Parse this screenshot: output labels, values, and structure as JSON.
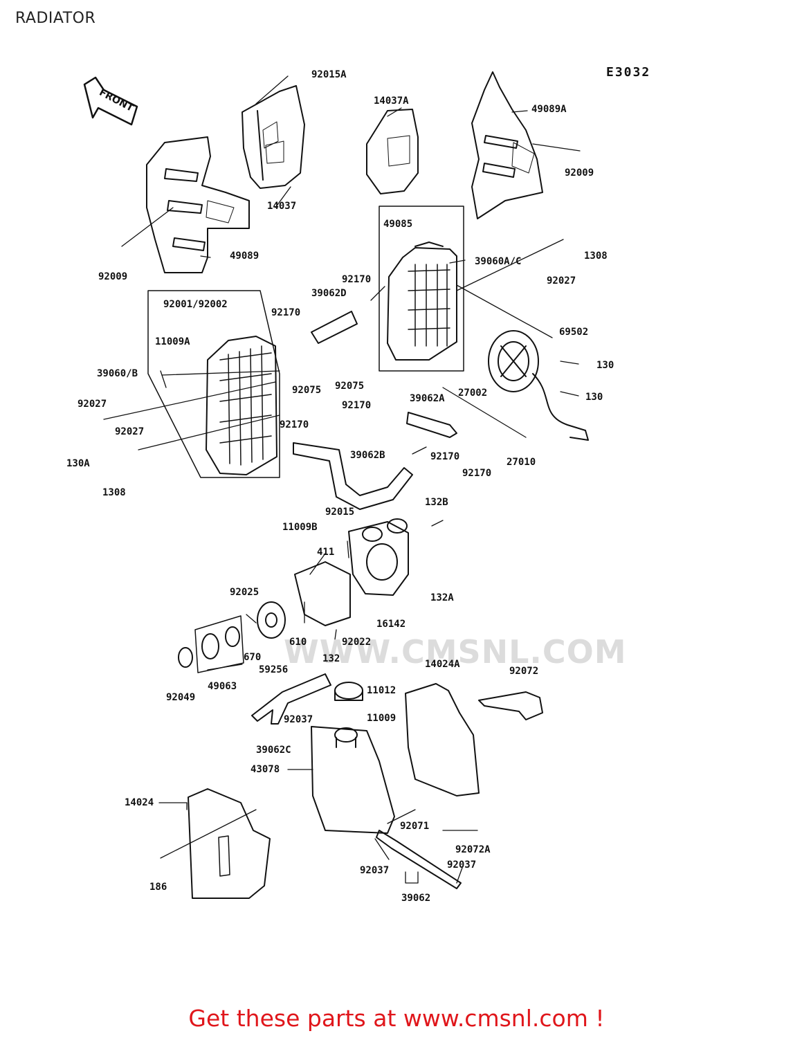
{
  "page": {
    "title": "RADIATOR",
    "diagram_code": "E3032",
    "front_label": "FRONT"
  },
  "watermark": "WWW.CMSNL.COM",
  "footer": "Get these parts at www.cmsnl.com !",
  "labels": [
    "92015A",
    "14037A",
    "49089A",
    "92009",
    "14037",
    "49089",
    "92009",
    "49085",
    "1308",
    "39060A/C",
    "92027",
    "92170",
    "39062D",
    "92001/92002",
    "92170",
    "69502",
    "11009A",
    "130",
    "39060/B",
    "92075",
    "92075",
    "130",
    "92170",
    "39062A",
    "27002",
    "92027",
    "92027",
    "92170",
    "130A",
    "39062B",
    "92170",
    "27010",
    "92170",
    "1308",
    "132B",
    "92015",
    "11009B",
    "411",
    "132A",
    "92025",
    "16142",
    "610",
    "92022",
    "670",
    "132",
    "59256",
    "14024A",
    "92072",
    "92049",
    "49063",
    "11012",
    "92037",
    "11009",
    "39062C",
    "43078",
    "14024",
    "92071",
    "92072A",
    "92037",
    "92037",
    "186",
    "39062"
  ]
}
